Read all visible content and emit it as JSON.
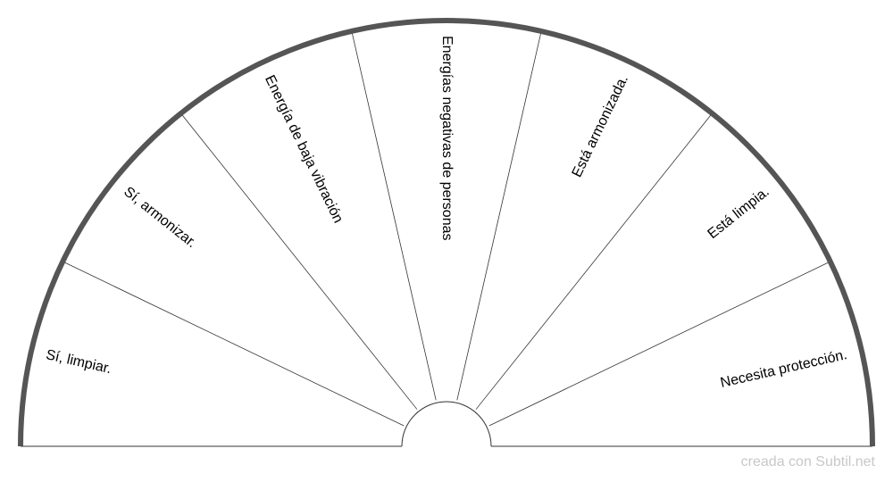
{
  "pendulum": {
    "sectors": [
      "Sí, limpiar.",
      "Sí, armonizar.",
      "Energía de baja vibración",
      "Energías negativas de personas",
      "Está armonizada.",
      "Está limpia.",
      "Necesita protección."
    ],
    "colors": {
      "border": "#555555",
      "divider": "#333333",
      "baseline": "#9a9a9a",
      "text": "#000000"
    }
  },
  "watermark": "creada con Subtil.net"
}
